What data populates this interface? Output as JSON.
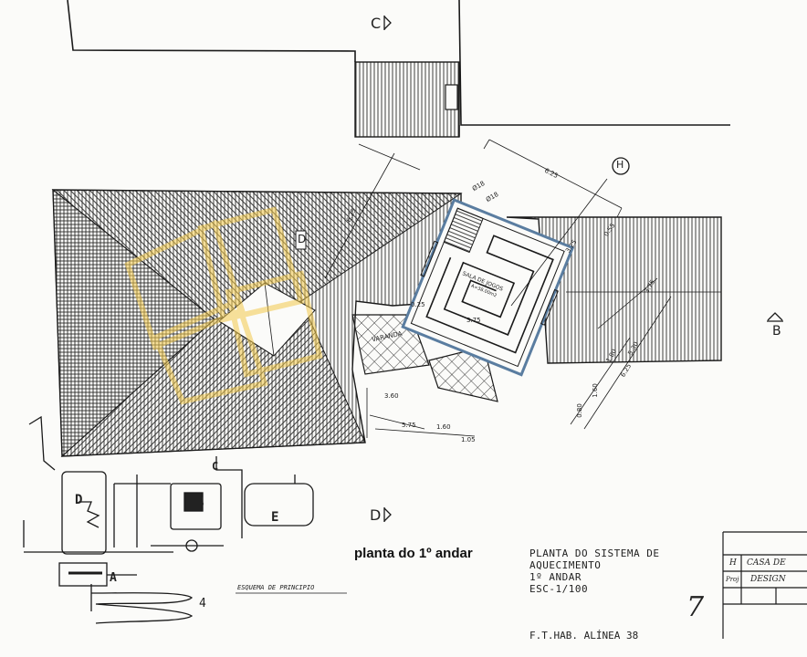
{
  "section_markers": {
    "c_top": "C",
    "d_bottom": "D",
    "b_right": "B"
  },
  "labels": {
    "roof_d": "D",
    "callout_h": "H",
    "pipe_1": "Ø18",
    "pipe_2": "Ø18",
    "varanda": "VARANDA",
    "sala": "SALA DE JOGOS",
    "area": "A=38.00m2",
    "room_b": "B",
    "room_d": "D",
    "room_e": "E",
    "room_a": "A",
    "room_c": "C",
    "mark_4": "4"
  },
  "dimensions": {
    "d_625_top": "6.25",
    "d_625_a": "6.25",
    "d_325": "3.25",
    "d_055": "0.55",
    "d_375": "3.75",
    "d_025": "0.25",
    "d_360": "3.60",
    "d_575": "5.75",
    "d_160a": "1.60",
    "d_105": "1.05",
    "d_080": "0.80",
    "d_160b": "1.60",
    "d_625_b": "6.25",
    "d_180": "1.80",
    "d_530": "5.30",
    "d_375_r": "3.75"
  },
  "titles": {
    "main": "planta do 1º andar",
    "esquema": "ESQUEMA DE PRINCIPIO",
    "plan_line1": "PLANTA DO SISTEMA DE",
    "plan_line2": "AQUECIMENTO",
    "plan_line3": "1º ANDAR",
    "plan_line4": "ESC-1/100",
    "reference": "F.T.HAB. ALÍNEA 38",
    "sheet": "7"
  },
  "title_block": {
    "row1_col1": "H",
    "row1_col2": "CASA DE",
    "row2_col1": "Proj",
    "row2_col2": "DESIGN"
  },
  "colors": {
    "watermark": "#f2c94c",
    "heating_outline": "#5a7da0",
    "line": "#1a1a1a"
  }
}
